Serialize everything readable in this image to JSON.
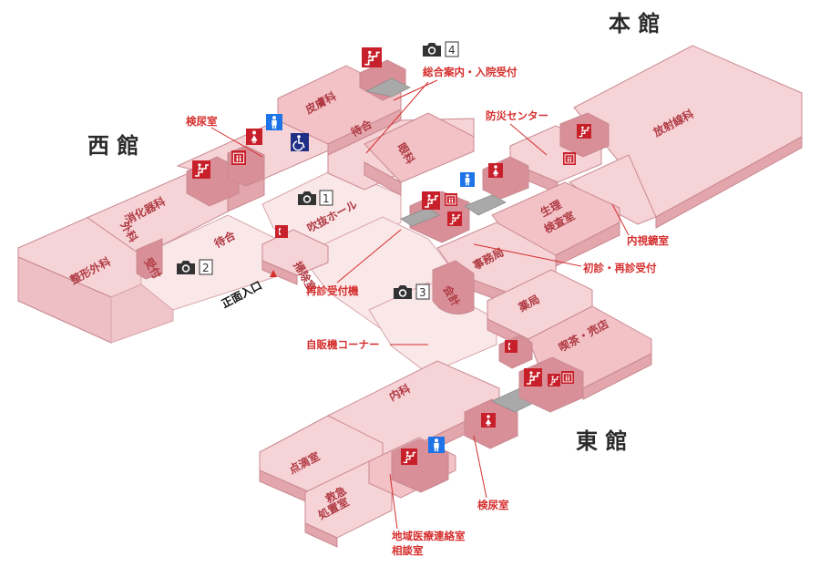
{
  "buildings": {
    "main": "本 館",
    "west": "西 館",
    "east": "東 館"
  },
  "rooms": {
    "dermatology": "皮膚科",
    "waiting_north": "待合",
    "ophthalmology": "眼科",
    "surgery_1": "外科",
    "surgery_2": "消化器科",
    "orthopedics": "整形外科",
    "reception_west": "受付",
    "waiting_west": "待合",
    "atrium_hall": "吹抜ホール",
    "cleaning_room": "掃除室",
    "radiology": "放射線科",
    "physio_1": "生理",
    "physio_2": "検査室",
    "office": "事務局",
    "cashier": "会計",
    "pharmacy": "薬局",
    "cafe": "喫茶・売店",
    "internal_medicine": "内科",
    "infusion_room": "点滴室",
    "emergency_1": "救急",
    "emergency_2": "処置室"
  },
  "callouts": {
    "urine_test_west": "検尿室",
    "general_info": "総合案内・入院受付",
    "disaster_center": "防災センター",
    "endoscopy": "内視鏡室",
    "first_visit": "初診・再診受付",
    "reception_machine": "再診受付機",
    "vending_corner": "自販機コーナー",
    "urine_test_east": "検尿室",
    "community_liaison_1": "地域医療連絡室",
    "community_liaison_2": "相談室"
  },
  "entrance": "正面入口",
  "photo_points": [
    "1",
    "2",
    "3",
    "4"
  ],
  "icons": {
    "stairs": "stairs-icon",
    "elevator": "elevator-icon",
    "restroom_female": "female-restroom-icon",
    "restroom_male": "male-restroom-icon",
    "restroom_accessible": "accessible-restroom-icon",
    "phone": "phone-icon",
    "camera": "camera-icon"
  },
  "colors": {
    "room": "#f6d3d6",
    "room_side": "#e3a6ad",
    "facility_red": "#c8202a",
    "male_blue": "#1e73e6",
    "accessible_navy": "#1f2f86",
    "label_red": "#d62d2d"
  }
}
